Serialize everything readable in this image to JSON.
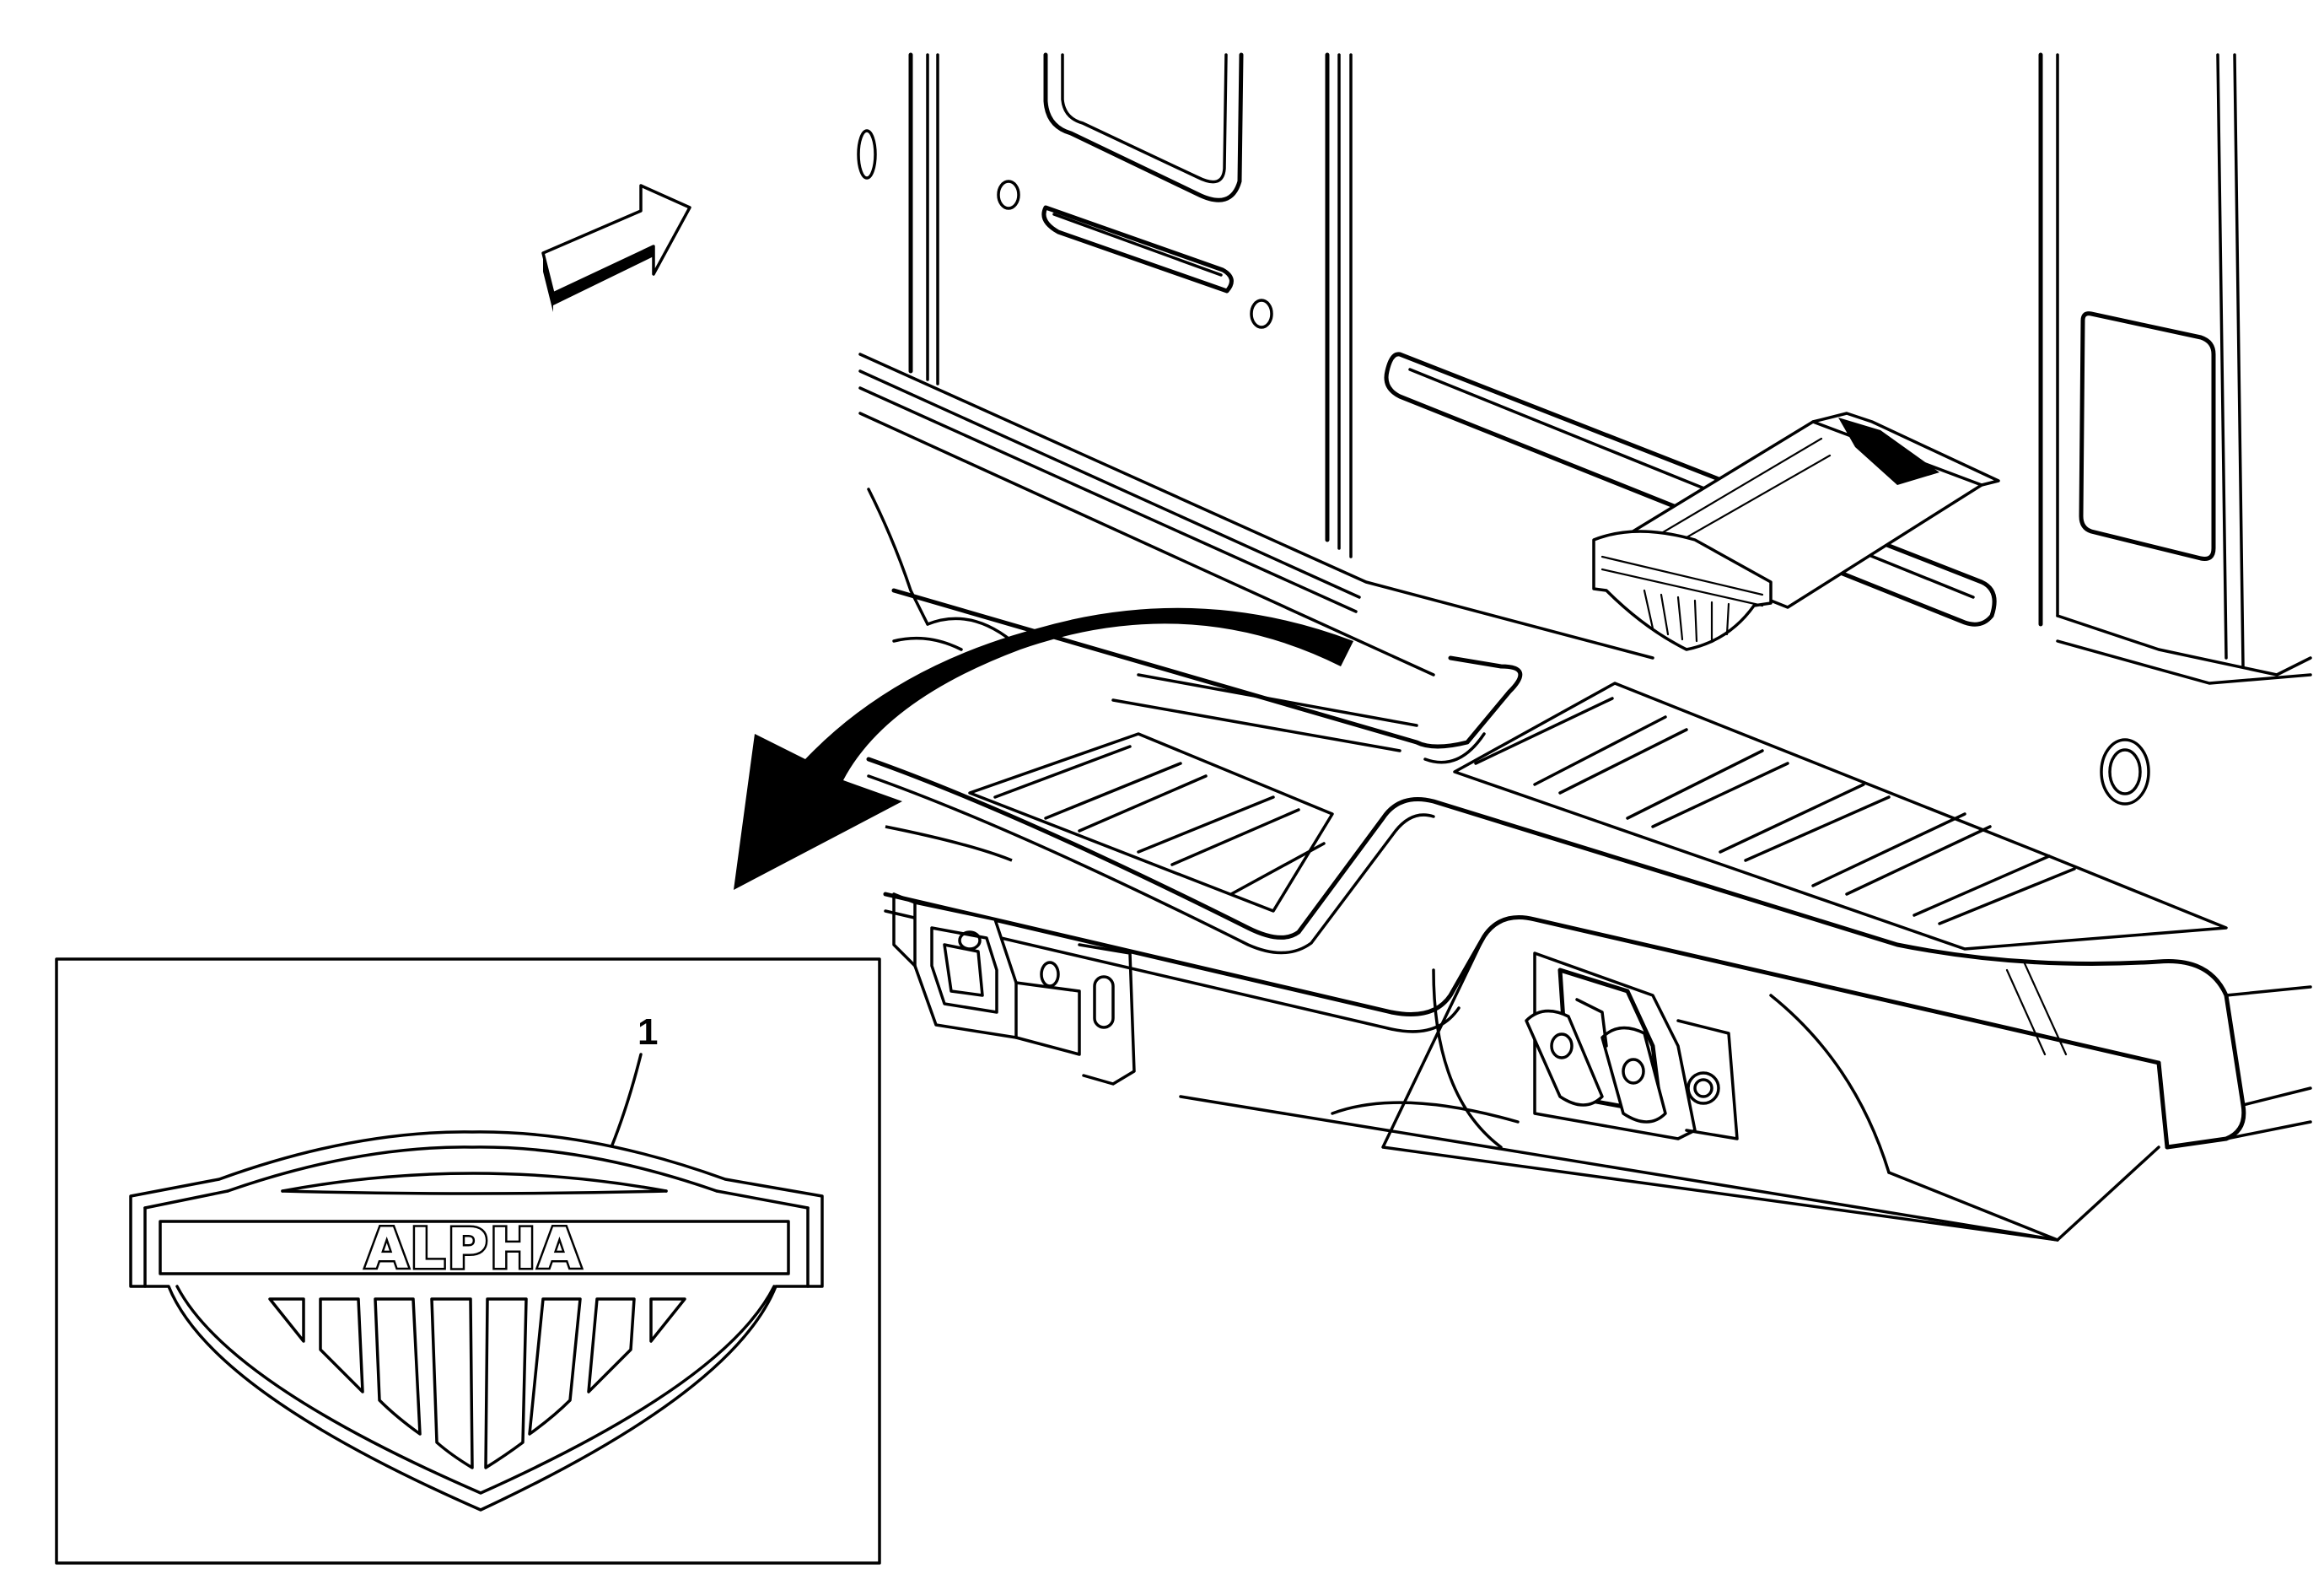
{
  "callouts": [
    {
      "id": "1",
      "label": "1"
    }
  ],
  "badge": {
    "text": "ALPHA"
  },
  "colors": {
    "line": "#000000",
    "background": "#ffffff"
  },
  "icons": {
    "view_direction": "view-direction-arrow-icon",
    "removal_direction": "curved-removal-arrow-icon"
  }
}
